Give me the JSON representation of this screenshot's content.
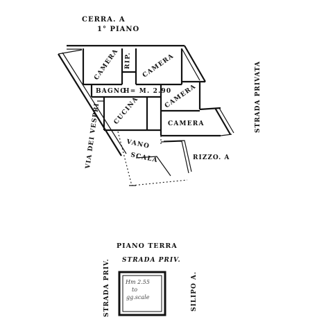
{
  "headings": {
    "first_floor_line1": "CERRA. A",
    "first_floor_line2": "1° PIANO",
    "ground_floor": "PIANO TERRA"
  },
  "streets": {
    "via_vespri": "VIA DEI VESPRI",
    "strada_privata": "STRADA PRIVATA",
    "rizzo": "RIZZO. A",
    "strada_priv_top": "STRADA PRIV.",
    "strada_priv_left": "STRADA PRIV.",
    "silipo": "SILIPO A."
  },
  "rooms": {
    "camera_1": "CAMERA",
    "rip": "RIP.",
    "camera_2": "CAMERA",
    "bagno": "BAGNO",
    "height_first": "H= M. 2.90",
    "camera_3": "CAMERA",
    "cucina": "CUCINA",
    "camera_4": "CAMERA",
    "vano": "VANO",
    "scala": "SCALA"
  },
  "ground": {
    "height": "Hm 2.55",
    "note_line1": "to",
    "note_line2": "gg.scale"
  }
}
